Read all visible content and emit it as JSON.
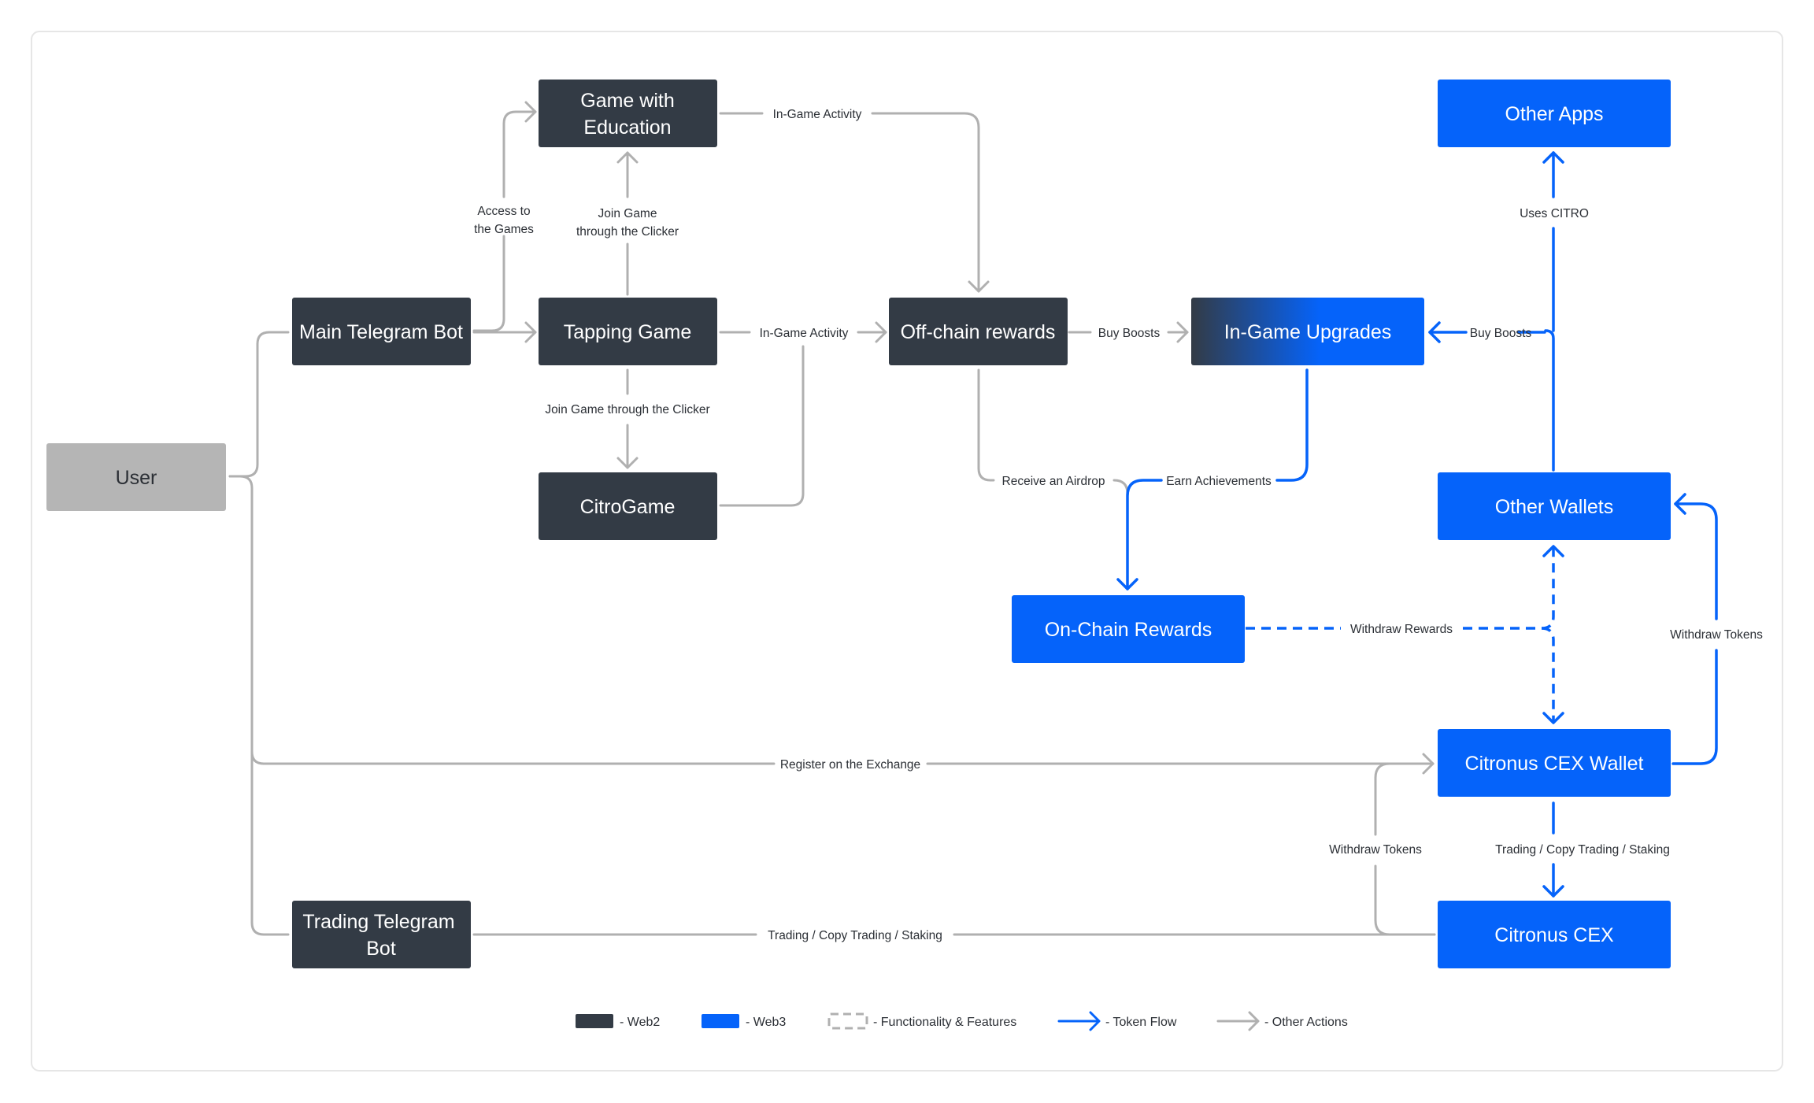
{
  "colors": {
    "web2": "#333B45",
    "web3": "#0563FA",
    "user": "#B5B5B5",
    "gray_line": "#B0B0B0",
    "blue_line": "#0563FA",
    "frame": "#E6E6E6"
  },
  "nodes": {
    "user": "User",
    "main_telegram_bot": "Main Telegram Bot",
    "game_with_education": [
      "Game with",
      "Education"
    ],
    "tapping_game": "Tapping Game",
    "citrogame": "CitroGame",
    "off_chain_rewards": "Off-chain rewards",
    "in_game_upgrades": "In-Game Upgrades",
    "other_apps": "Other Apps",
    "other_wallets": "Other Wallets",
    "on_chain_rewards": "On-Chain Rewards",
    "citronus_cex_wallet": "Citronus CEX Wallet",
    "citronus_cex": "Citronus CEX",
    "trading_telegram_bot": [
      "Trading Telegram",
      "Bot"
    ]
  },
  "edge_labels": {
    "access_to_games": [
      "Access to",
      "the Games"
    ],
    "join_game_clicker_up": [
      "Join Game",
      "through the Clicker"
    ],
    "in_game_activity_top": "In-Game Activity",
    "in_game_activity_mid": "In-Game Activity",
    "join_game_clicker_down": "Join Game through the Clicker",
    "buy_boosts_left": "Buy Boosts",
    "buy_boosts_right": "Buy Boosts",
    "uses_citro": "Uses CITRO",
    "receive_airdrop": "Receive an Airdrop",
    "earn_achievements": "Earn Achievements",
    "withdraw_rewards": "Withdraw Rewards",
    "withdraw_tokens_right": "Withdraw Tokens",
    "register_exchange": "Register on the Exchange",
    "withdraw_tokens_left": "Withdraw Tokens",
    "trading_copy_staking_right": "Trading / Copy Trading / Staking",
    "trading_copy_staking_bottom": "Trading / Copy Trading / Staking"
  },
  "legend": {
    "web2": "- Web2",
    "web3": "- Web3",
    "features": "- Functionality & Features",
    "token_flow": "- Token Flow",
    "other_actions": "- Other Actions"
  }
}
